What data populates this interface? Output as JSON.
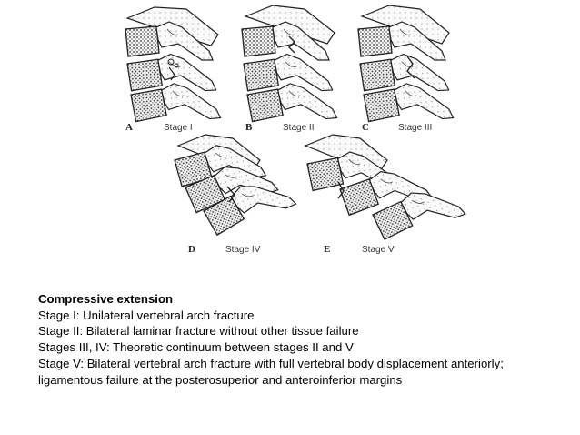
{
  "figure": {
    "panels": [
      {
        "letter": "A",
        "stage": "Stage I"
      },
      {
        "letter": "B",
        "stage": "Stage II"
      },
      {
        "letter": "C",
        "stage": "Stage III"
      },
      {
        "letter": "D",
        "stage": "Stage IV"
      },
      {
        "letter": "E",
        "stage": "Stage V"
      }
    ]
  },
  "caption": {
    "heading": "Compressive extension",
    "lines": [
      "Stage I: Unilateral vertebral arch fracture",
      "Stage II: Bilateral laminar fracture without other tissue failure",
      "Stages III, IV: Theoretic continuum between stages II and V",
      "Stage V: Bilateral vertebral arch fracture with full vertebral body displacement anteriorly;",
      "ligamentous failure at the posterosuperior and anteroinferior margins"
    ]
  }
}
